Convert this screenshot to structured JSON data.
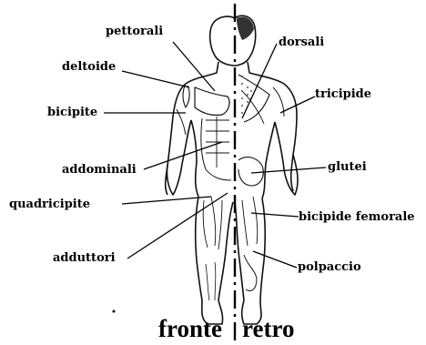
{
  "labels": {
    "pettorali": "pettorali",
    "deltoide": "deltoide",
    "bicipite": "bicipite",
    "addominali": "addominali",
    "quadricipite": "quadricipite",
    "adduttori": "adduttori",
    "dorsali": "dorsali",
    "tricipide": "tricipide",
    "glutei": "glutei",
    "bicipite_femorale": "bicipide femorale",
    "polpaccio": "polpaccio"
  },
  "captions": {
    "front": "fronte",
    "back": "retro"
  }
}
